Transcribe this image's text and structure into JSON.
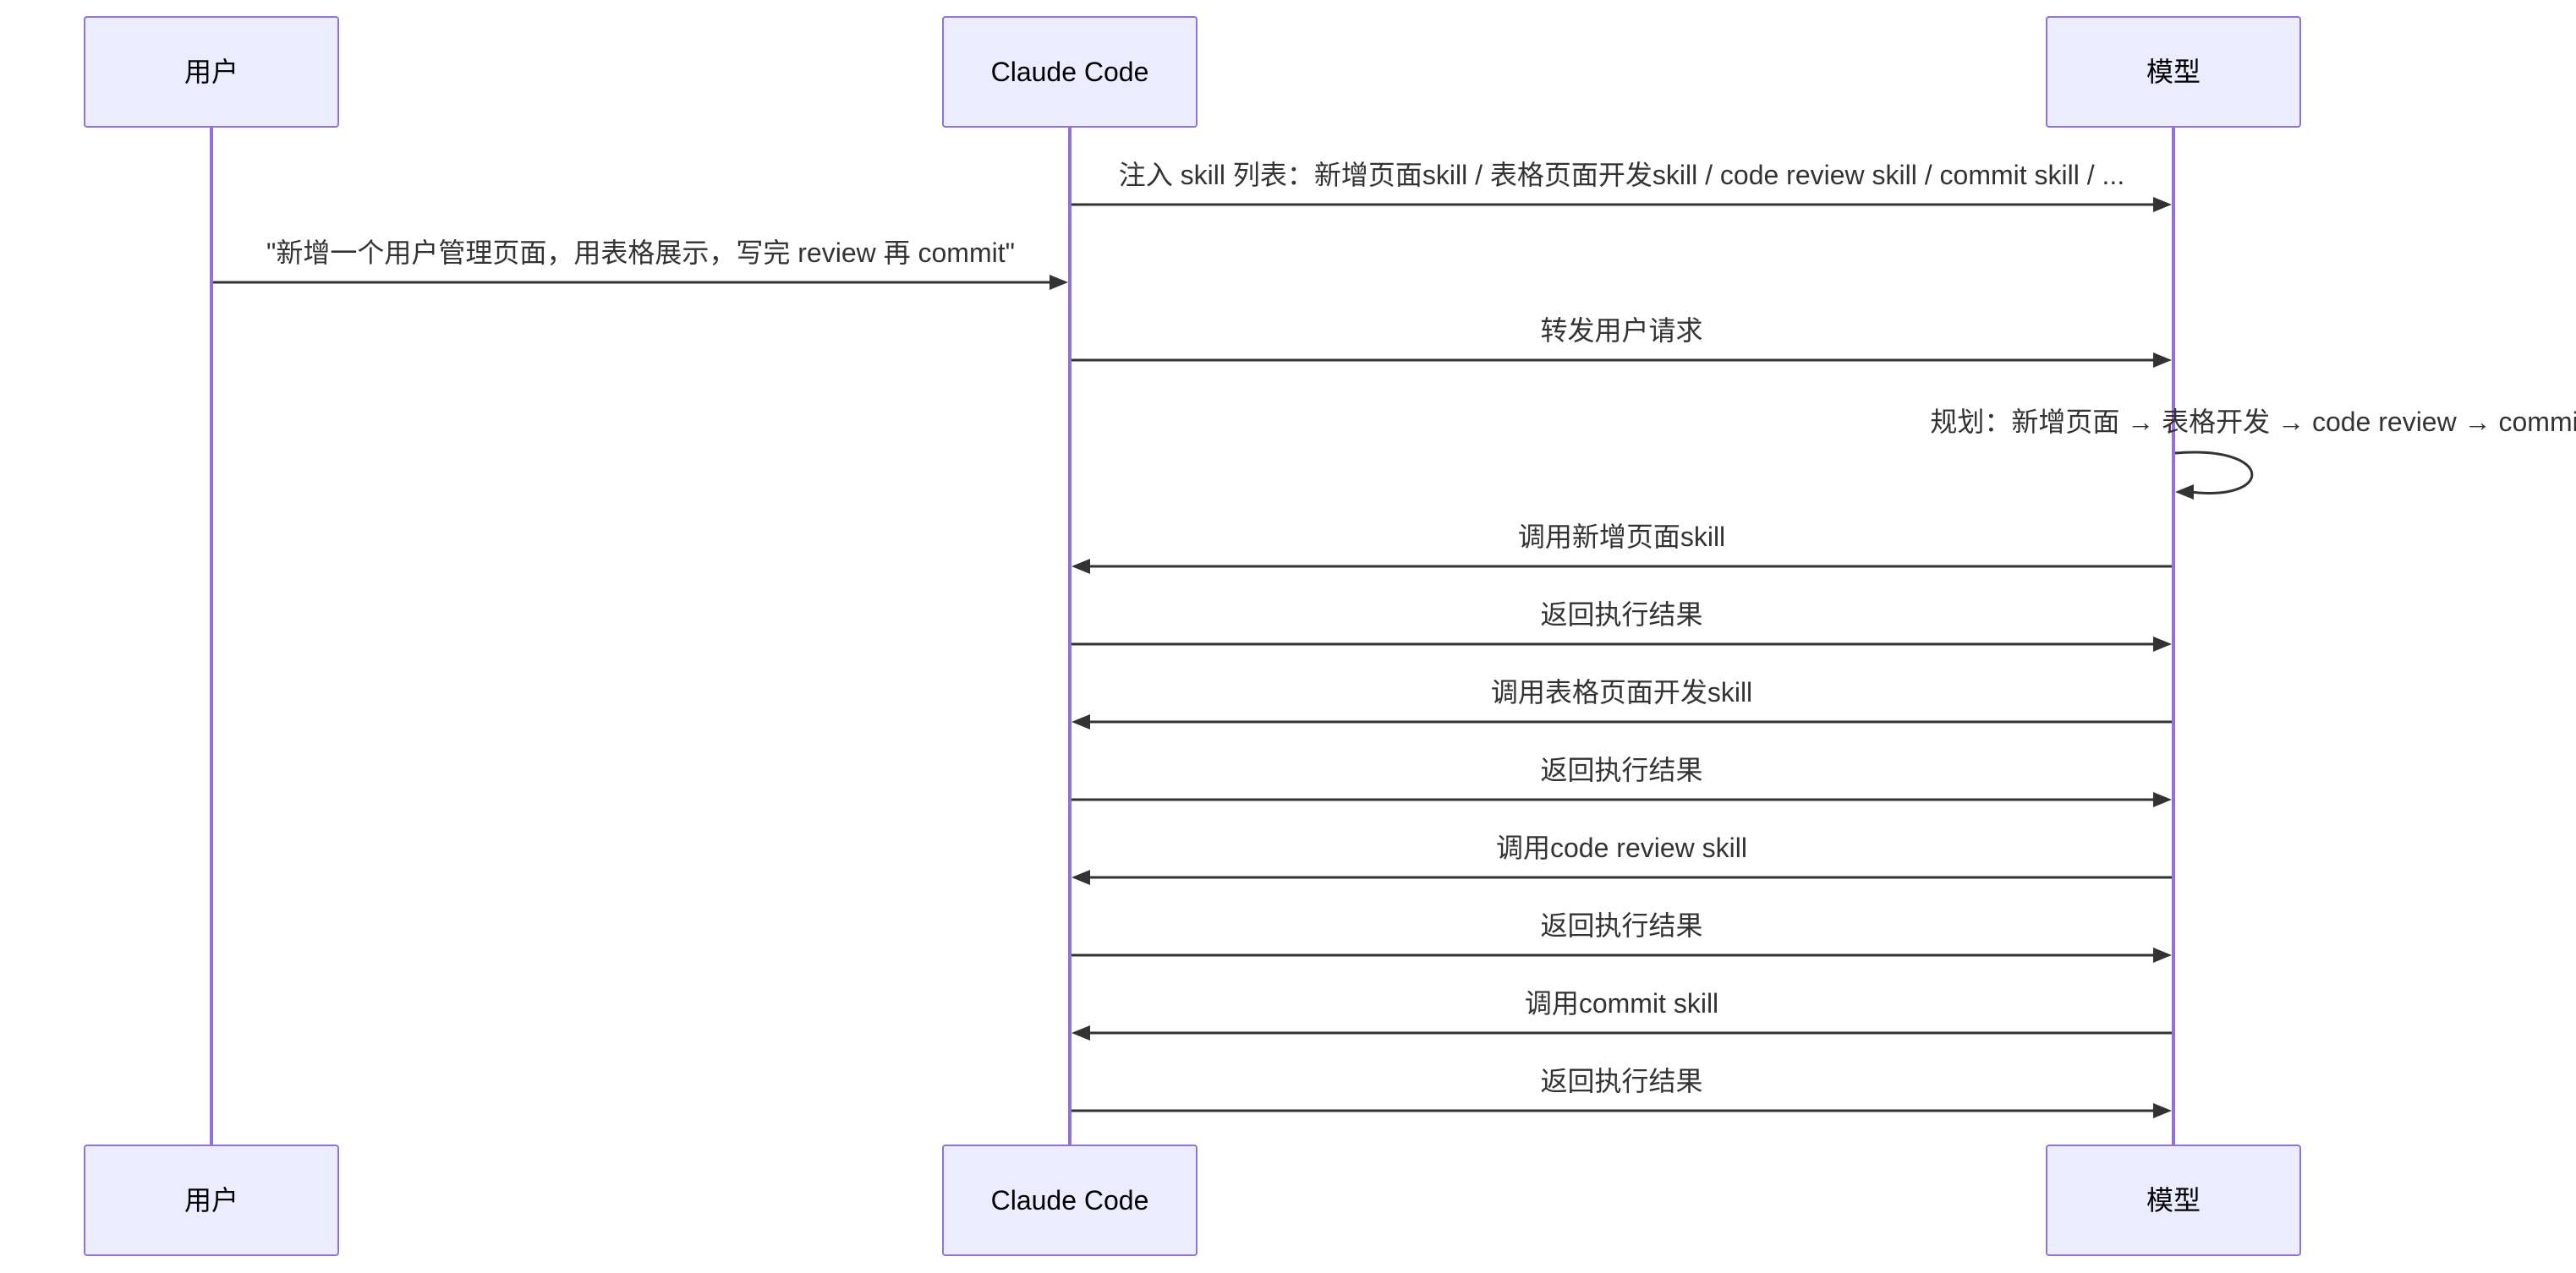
{
  "participants": [
    {
      "id": "user",
      "label": "用户"
    },
    {
      "id": "claude",
      "label": "Claude Code"
    },
    {
      "id": "model",
      "label": "模型"
    }
  ],
  "messages": [
    {
      "from": "claude",
      "to": "model",
      "text": "注入 skill 列表：新增页面skill / 表格页面开发skill / code review skill / commit skill / ..."
    },
    {
      "from": "user",
      "to": "claude",
      "text": "\"新增一个用户管理页面，用表格展示，写完 review 再 commit\""
    },
    {
      "from": "claude",
      "to": "model",
      "text": "转发用户请求"
    },
    {
      "from": "model",
      "to": "model",
      "text": "规划：新增页面 → 表格开发 → code review → commit"
    },
    {
      "from": "model",
      "to": "claude",
      "text": "调用新增页面skill"
    },
    {
      "from": "claude",
      "to": "model",
      "text": "返回执行结果"
    },
    {
      "from": "model",
      "to": "claude",
      "text": "调用表格页面开发skill"
    },
    {
      "from": "claude",
      "to": "model",
      "text": "返回执行结果"
    },
    {
      "from": "model",
      "to": "claude",
      "text": "调用code review skill"
    },
    {
      "from": "claude",
      "to": "model",
      "text": "返回执行结果"
    },
    {
      "from": "model",
      "to": "claude",
      "text": "调用commit skill"
    },
    {
      "from": "claude",
      "to": "model",
      "text": "返回执行结果"
    }
  ],
  "colors": {
    "actor_fill": "#ececff",
    "actor_border": "#9370db",
    "lifeline": "#9370db",
    "message": "#333333"
  }
}
